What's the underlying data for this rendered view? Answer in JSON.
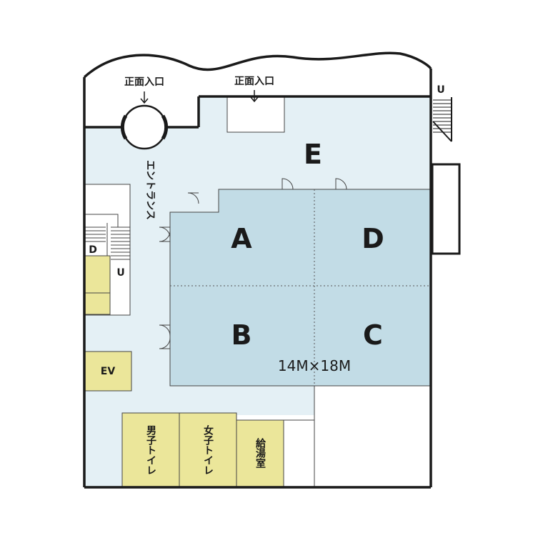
{
  "floor_plan": {
    "entrances": {
      "main_left": "正面入口",
      "main_right": "正面入口"
    },
    "corridor_label": "エントランス",
    "rooms": {
      "a": "A",
      "b": "B",
      "c": "C",
      "d": "D",
      "e": "E"
    },
    "dimension": "14M×18M",
    "elevator": "EV",
    "mens_toilet": "男子トイレ",
    "womens_toilet": "女子トイレ",
    "kitchenette": "給湯室",
    "stairs": {
      "up_right": "U",
      "down_left": "D",
      "up_left": "U"
    },
    "colors": {
      "hall_fill": "#c2dce6",
      "corridor_fill": "#e4f0f5",
      "service_fill": "#ebe69a",
      "wall": "#1a1a1a"
    }
  }
}
